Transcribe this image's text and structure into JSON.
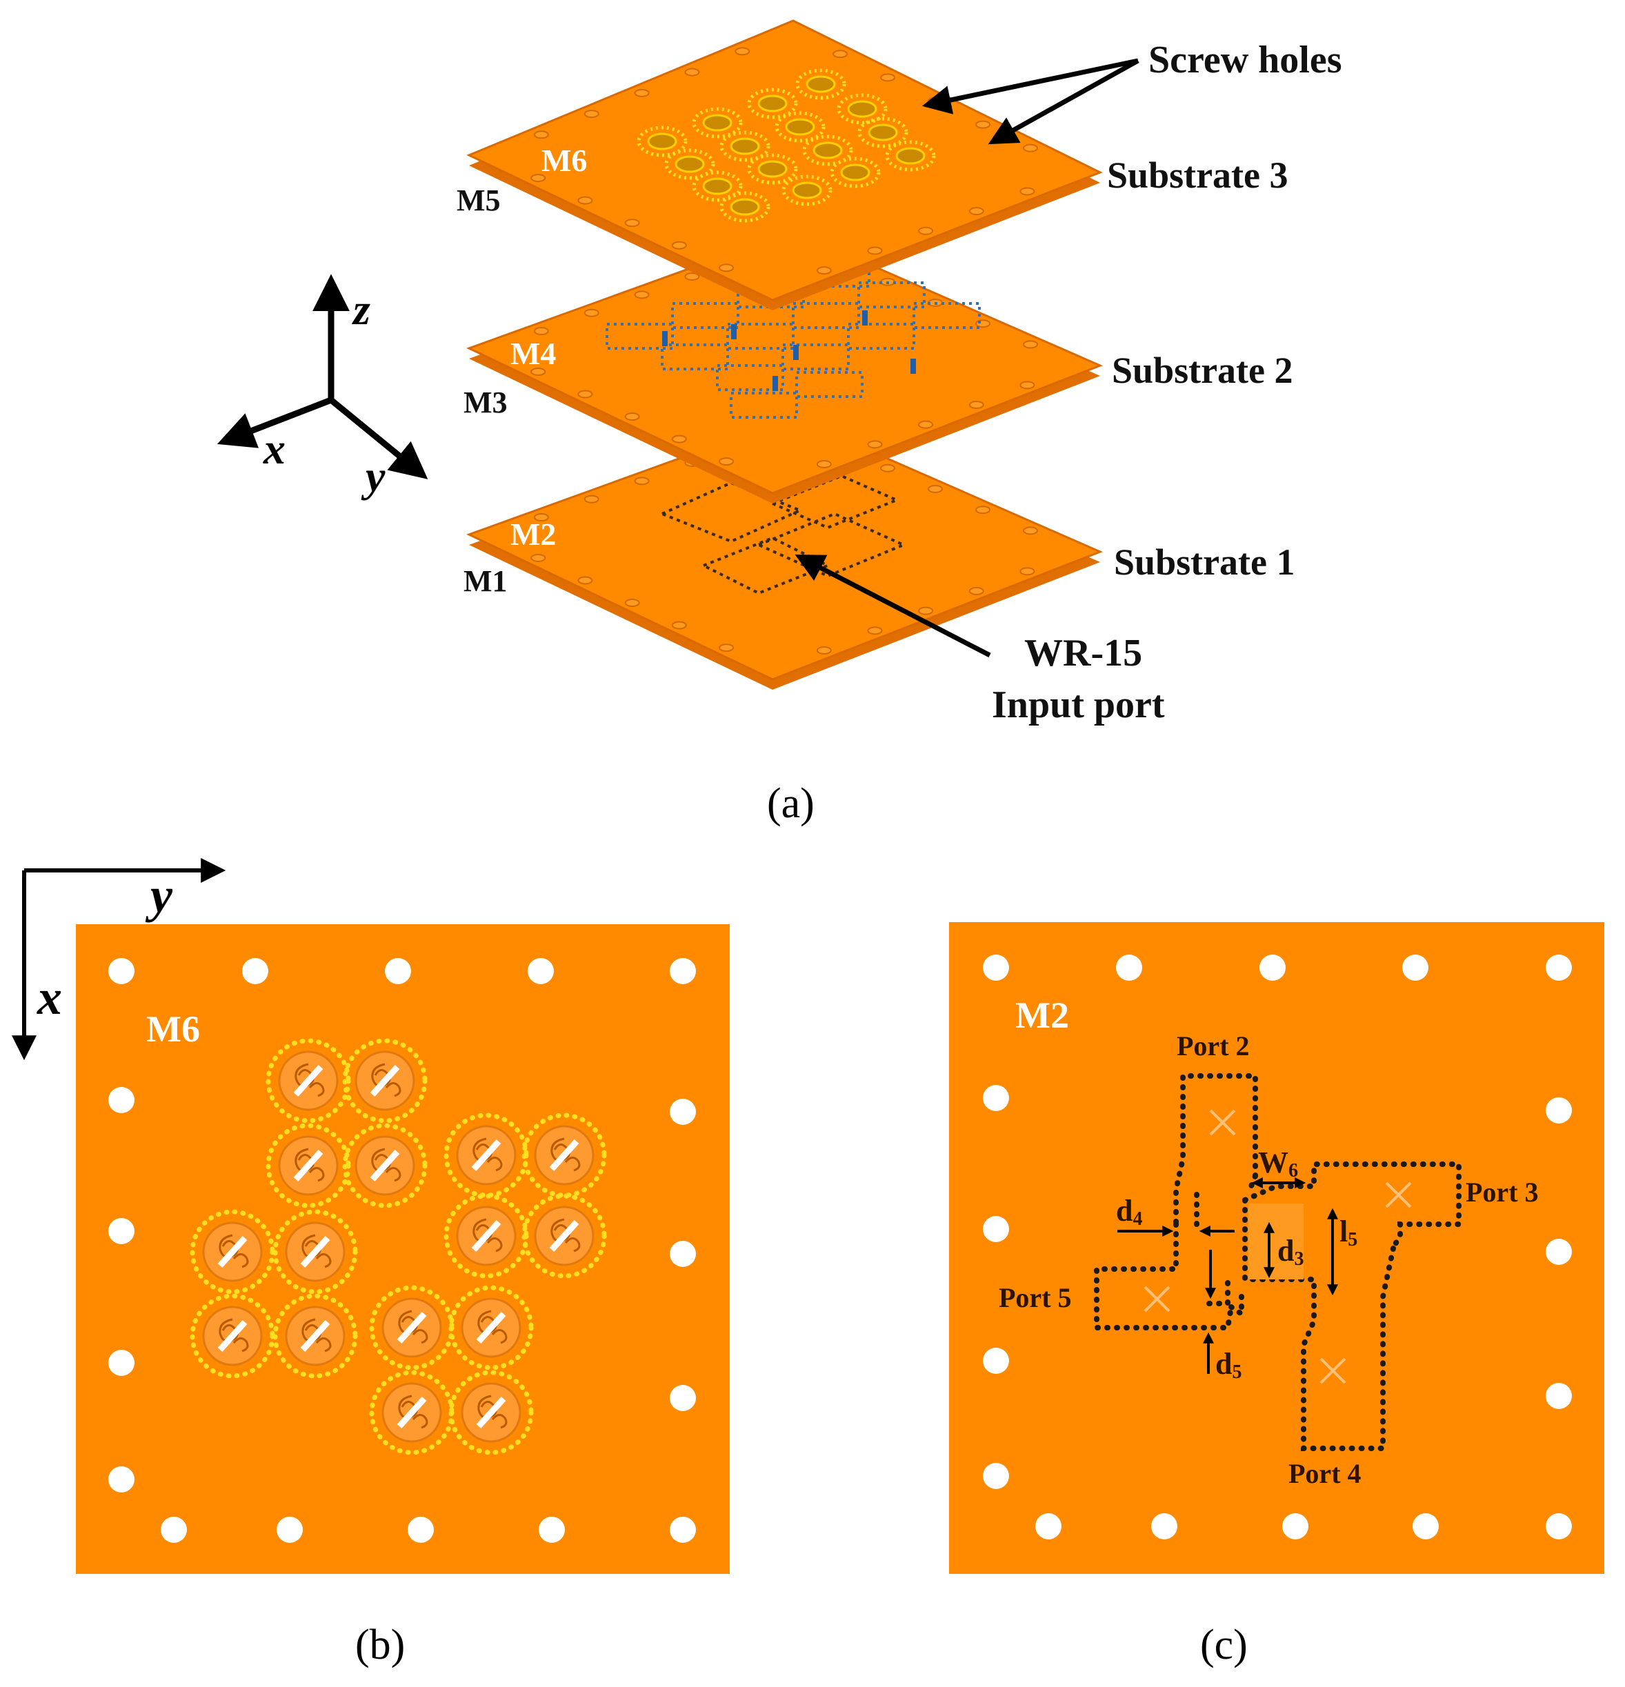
{
  "colors": {
    "substrate": "#ff8a00",
    "substrate_edge": "#e06e00",
    "hole": "#ffffff",
    "via_yellow": "#ffe020",
    "feed_blue": "#3a6fa8",
    "via_dark": "#1a1a1a"
  },
  "icons": {
    "arrow": "arrow-icon",
    "screw_hole": "screw-hole-icon",
    "spiral_element": "spiral-element-icon"
  },
  "panel_a": {
    "screw_holes_label": "Screw holes",
    "layers": [
      {
        "top_label": "M6",
        "bottom_label": "M5",
        "substrate_label": "Substrate 3"
      },
      {
        "top_label": "M4",
        "bottom_label": "M3",
        "substrate_label": "Substrate 2"
      },
      {
        "top_label": "M2",
        "bottom_label": "M1",
        "substrate_label": "Substrate 1"
      }
    ],
    "input_port_line1": "WR-15",
    "input_port_line2": "Input port",
    "axes": {
      "z": "z",
      "x": "x",
      "y": "y"
    },
    "caption": "(a)"
  },
  "panel_b": {
    "layer_label": "M6",
    "axes": {
      "x": "x",
      "y": "y"
    },
    "caption": "(b)"
  },
  "panel_c": {
    "layer_label": "M2",
    "ports": [
      "Port 2",
      "Port 3",
      "Port 4",
      "Port 5"
    ],
    "dimensions": {
      "w6_main": "W",
      "w6_sub": "6",
      "d4_main": "d",
      "d4_sub": "4",
      "d3_main": "d",
      "d3_sub": "3",
      "l5_main": "l",
      "l5_sub": "5",
      "d5_main": "d",
      "d5_sub": "5"
    },
    "caption": "(c)"
  }
}
